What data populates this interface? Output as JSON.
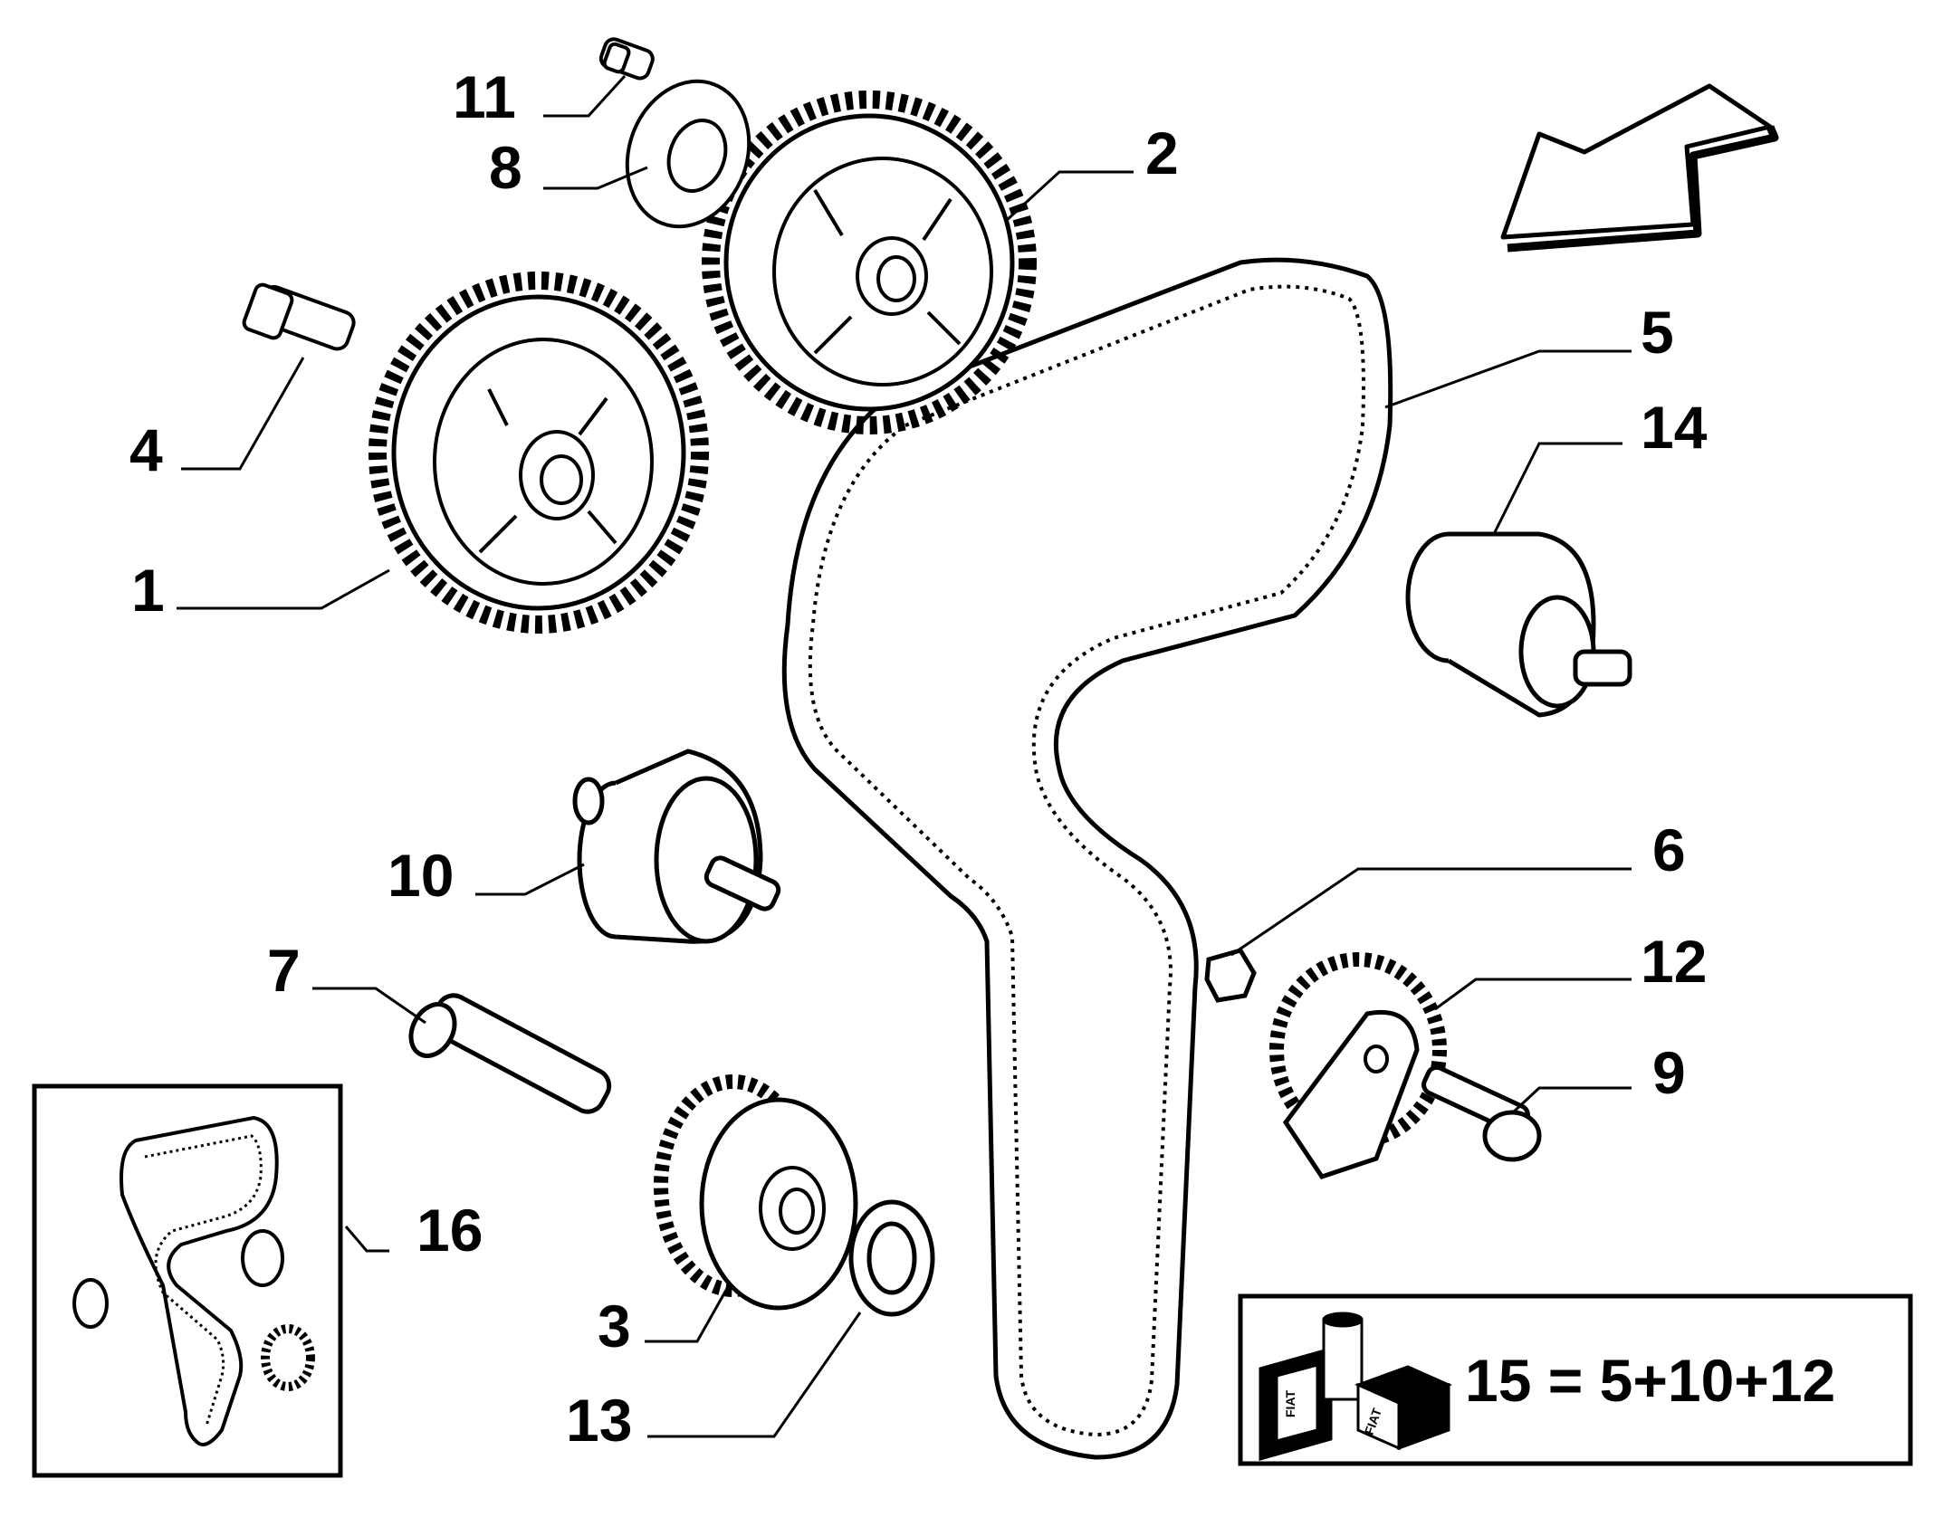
{
  "callouts": {
    "c1": "1",
    "c2": "2",
    "c3": "3",
    "c4": "4",
    "c5": "5",
    "c6": "6",
    "c7": "7",
    "c8": "8",
    "c9": "9",
    "c10": "10",
    "c11": "11",
    "c12": "12",
    "c13": "13",
    "c14": "14",
    "c16": "16"
  },
  "kit": {
    "formula": "15 = 5+10+12",
    "box_brand_1": "FIAT",
    "box_brand_2": "FIAT"
  },
  "icons": [
    "direction-arrow-icon",
    "parts-kit-icon"
  ],
  "colors": {
    "line": "#000000",
    "background": "#ffffff"
  }
}
